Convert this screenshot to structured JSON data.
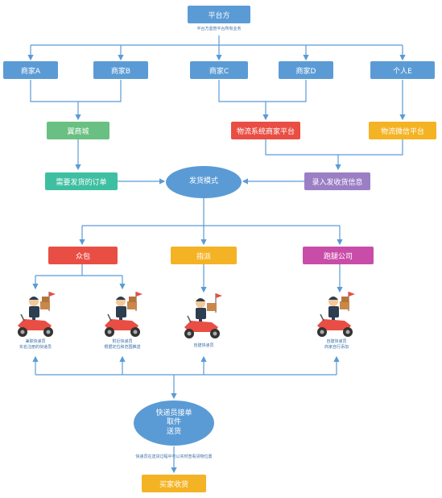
{
  "colors": {
    "blue": "#5b9bd5",
    "green": "#6ac082",
    "red": "#e94e44",
    "orange": "#f4b324",
    "purple": "#9b7fc4",
    "teal": "#3fbfa1",
    "magenta": "#c94ca8"
  },
  "platform": {
    "label": "平台方",
    "desc": "平台方监管平台所有业务"
  },
  "merchants": [
    {
      "label": "商家A"
    },
    {
      "label": "商家B"
    },
    {
      "label": "商家C"
    },
    {
      "label": "商家D"
    },
    {
      "label": "个人E"
    }
  ],
  "channels": {
    "mall": "翼商城",
    "logistics": "物流系统商家平台",
    "wechat": "物流微信平台"
  },
  "orders": "需要发货的订单",
  "record": "录入发收货信息",
  "hub": "发货模式",
  "modes": {
    "crowd": "众包",
    "dispatch": "指派",
    "errand": "跑腿公司"
  },
  "couriers": [
    {
      "icon": "scooter-courier-icon",
      "line1": "兼职快递员",
      "line2": "实名注册的快递员"
    },
    {
      "icon": "scooter-courier-icon",
      "line1": "附近快递员",
      "line2": "根据定位和范围推送"
    },
    {
      "icon": "scooter-courier-icon",
      "line1": "自建快递员",
      "line2": ""
    },
    {
      "icon": "scooter-courier-icon",
      "line1": "自建快递员",
      "line2": "商家自行添加"
    }
  ],
  "pickup": {
    "line1": "快递员接单",
    "line2": "取件",
    "line3": "送货"
  },
  "tracking_note": "快递员在送货过程中可以实时查看货物位置",
  "buyer": "买家收货"
}
